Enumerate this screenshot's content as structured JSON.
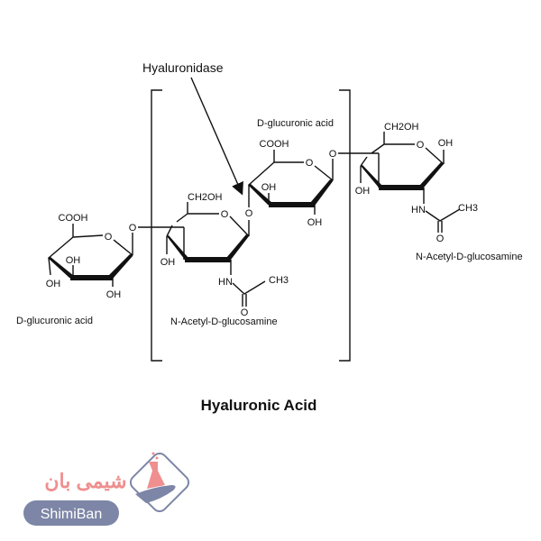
{
  "title": "Hyaluronic Acid",
  "enzyme_label": "Hyaluronidase",
  "units": [
    {
      "name": "D-glucuronic acid",
      "groups": {
        "carboxyl": "COOH",
        "oh_a": "OH",
        "oh_b": "OH",
        "oh_c": "OH"
      }
    },
    {
      "name": "N-Acetyl-D-glucosamine",
      "groups": {
        "ch2oh": "CH2OH",
        "oh": "OH",
        "nh": "HN",
        "ch3": "CH3",
        "carbonyl_o": "O"
      }
    },
    {
      "name": "D-glucuronic acid",
      "groups": {
        "carboxyl": "COOH",
        "oh_a": "OH",
        "oh_b": "OH"
      }
    },
    {
      "name": "N-Acetyl-D-glucosamine",
      "groups": {
        "ch2oh": "CH2OH",
        "oh_anomeric": "OH",
        "oh": "OH",
        "nh": "HN",
        "ch3": "CH3",
        "carbonyl_o": "O"
      }
    }
  ],
  "ring_oxygen": "O",
  "glycosidic_oxygen": "O",
  "logo": {
    "persian": "شیمی بان",
    "latin": "ShimiBan",
    "colors": {
      "pink": "#ef8f8f",
      "slate": "#7d86a6"
    }
  }
}
